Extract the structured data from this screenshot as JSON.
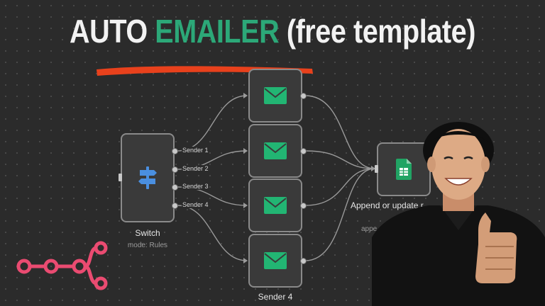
{
  "title": {
    "part1": "AUTO ",
    "accent": "EMAILER",
    "part2": " (free template)"
  },
  "colors": {
    "background": "#2b2b2b",
    "accent_green": "#2ca878",
    "underline_orange": "#e8411c",
    "logo_pink": "#ea4b71",
    "node_border": "#8a8a8a",
    "gmail_green": "#22b573"
  },
  "switch_node": {
    "label": "Switch",
    "subtitle": "mode: Rules",
    "icon": "signpost-icon",
    "outputs": [
      "Sender 1",
      "Sender 2",
      "Sender 3",
      "Sender 4"
    ]
  },
  "email_nodes": [
    {
      "icon": "envelope-icon"
    },
    {
      "icon": "envelope-icon"
    },
    {
      "icon": "envelope-icon"
    },
    {
      "icon": "envelope-icon",
      "label": "Sender 4"
    }
  ],
  "sheets_node": {
    "label": "Append or update r",
    "subtitle": "appe",
    "icon": "google-sheets-icon"
  },
  "logo": {
    "icon": "n8n-logo-icon"
  },
  "presenter": {
    "icon": "presenter-thumbs-up-photo"
  }
}
